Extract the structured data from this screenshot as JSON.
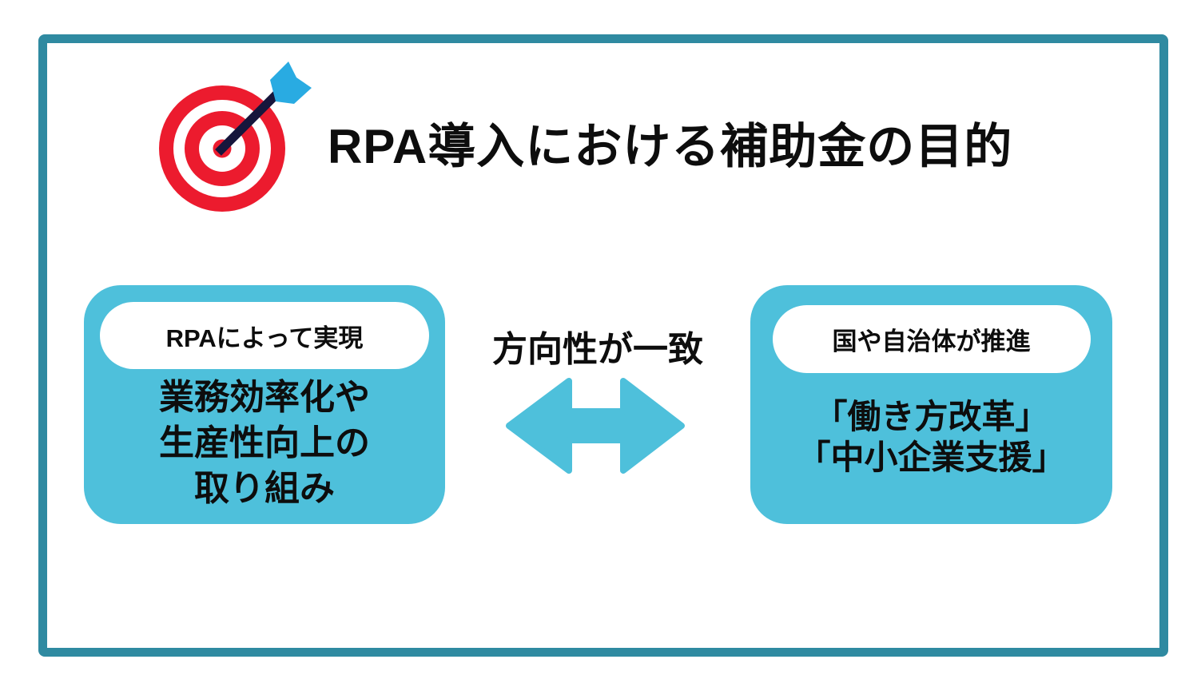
{
  "title": "RPA導入における補助金の目的",
  "left_card": {
    "tag": "RPAによって実現",
    "lines": [
      "業務効率化や",
      "生産性向上の",
      "取り組み"
    ]
  },
  "right_card": {
    "tag": "国や自治体が推進",
    "lines": [
      "「働き方改革」",
      "「中小企業支援」"
    ]
  },
  "relation": {
    "label": "方向性が一致"
  },
  "icons": {
    "target": "target-icon",
    "double_arrow": "double-arrow-icon"
  },
  "colors": {
    "accent_teal": "#4EC0DB",
    "frame_teal": "#2F8AA1",
    "target_red": "#EC1B2E",
    "shaft_navy": "#16163C",
    "fletch_cyan": "#29ABE2",
    "text_black": "#0D0D0D"
  }
}
